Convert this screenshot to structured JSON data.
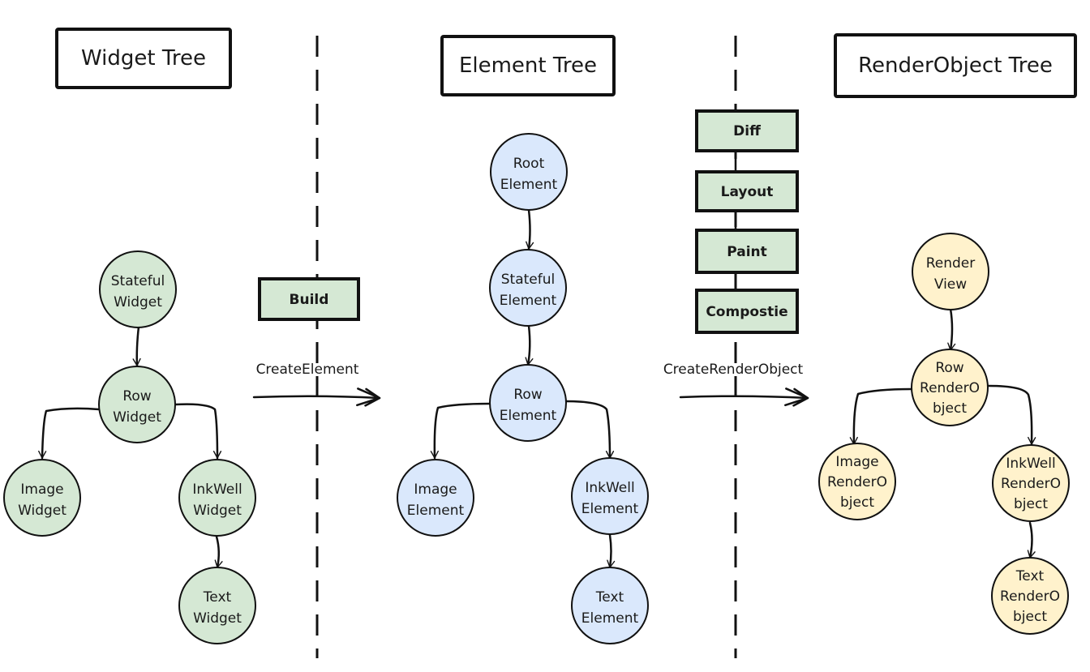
{
  "titles": {
    "widget": "Widget Tree",
    "element": "Element Tree",
    "render": "RenderObject Tree"
  },
  "steps": {
    "build": "Build",
    "diff": "Diff",
    "layout": "Layout",
    "paint": "Paint",
    "composite": "Compostie"
  },
  "arrows": {
    "create_element": "CreateElement",
    "create_render_object": "CreateRenderObject"
  },
  "colors": {
    "widget_nodes": "#d5e8d4",
    "element_nodes": "#dae8fc",
    "render_nodes": "#fff2cc",
    "step_boxes": "#d5e8d4"
  },
  "widget_tree": {
    "stateful": [
      "Stateful",
      "Widget"
    ],
    "row": [
      "Row",
      "Widget"
    ],
    "image": [
      "Image",
      "Widget"
    ],
    "inkwell": [
      "InkWell",
      "Widget"
    ],
    "text": [
      "Text",
      "Widget"
    ]
  },
  "element_tree": {
    "root": [
      "Root",
      "Element"
    ],
    "stateful": [
      "Stateful",
      "Element"
    ],
    "row": [
      "Row",
      "Element"
    ],
    "image": [
      "Image",
      "Element"
    ],
    "inkwell": [
      "InkWell",
      "Element"
    ],
    "text": [
      "Text",
      "Element"
    ]
  },
  "render_tree": {
    "view": [
      "Render",
      "View"
    ],
    "row": [
      "Row",
      "RenderO",
      "bject"
    ],
    "image": [
      "Image",
      "RenderO",
      "bject"
    ],
    "inkwell": [
      "InkWell",
      "RenderO",
      "bject"
    ],
    "text": [
      "Text",
      "RenderO",
      "bject"
    ]
  }
}
